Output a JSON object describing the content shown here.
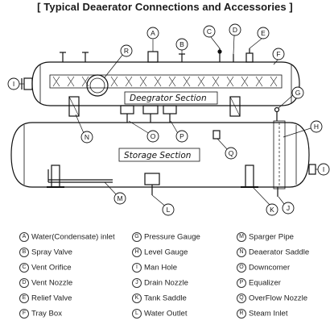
{
  "title": "[ Typical Deaerator Connections and Accessories ]",
  "sections": {
    "deaerator": "Deegrator Section",
    "storage": "Storage Section"
  },
  "callouts": {
    "A": "A",
    "B": "B",
    "C": "C",
    "D": "D",
    "E": "E",
    "F": "F",
    "G": "G",
    "H": "H",
    "I": "I",
    "J": "J",
    "K": "K",
    "L": "L",
    "M": "M",
    "N": "N",
    "O": "O",
    "P": "P",
    "Q": "Q",
    "R": "R"
  },
  "legend": {
    "col1": [
      {
        "code": "A",
        "label": "Water(Condensate) inlet"
      },
      {
        "code": "B",
        "label": "Spray Valve"
      },
      {
        "code": "C",
        "label": "Vent Orifice"
      },
      {
        "code": "D",
        "label": "Vent Nozzle"
      },
      {
        "code": "E",
        "label": "Relief Valve"
      },
      {
        "code": "F",
        "label": "Tray Box"
      }
    ],
    "col2": [
      {
        "code": "G",
        "label": "Pressure Gauge"
      },
      {
        "code": "H",
        "label": "Level Gauge"
      },
      {
        "code": "I",
        "label": "Man Hole"
      },
      {
        "code": "J",
        "label": "Drain Nozzle"
      },
      {
        "code": "K",
        "label": "Tank Saddle"
      },
      {
        "code": "L",
        "label": "Water Outlet"
      }
    ],
    "col3": [
      {
        "code": "M",
        "label": "Sparger Pipe"
      },
      {
        "code": "N",
        "label": "Deaerator Saddle"
      },
      {
        "code": "O",
        "label": "Downcomer"
      },
      {
        "code": "P",
        "label": "Equalizer"
      },
      {
        "code": "Q",
        "label": "OverFlow Nozzle"
      },
      {
        "code": "R",
        "label": "Steam Inlet"
      }
    ]
  }
}
